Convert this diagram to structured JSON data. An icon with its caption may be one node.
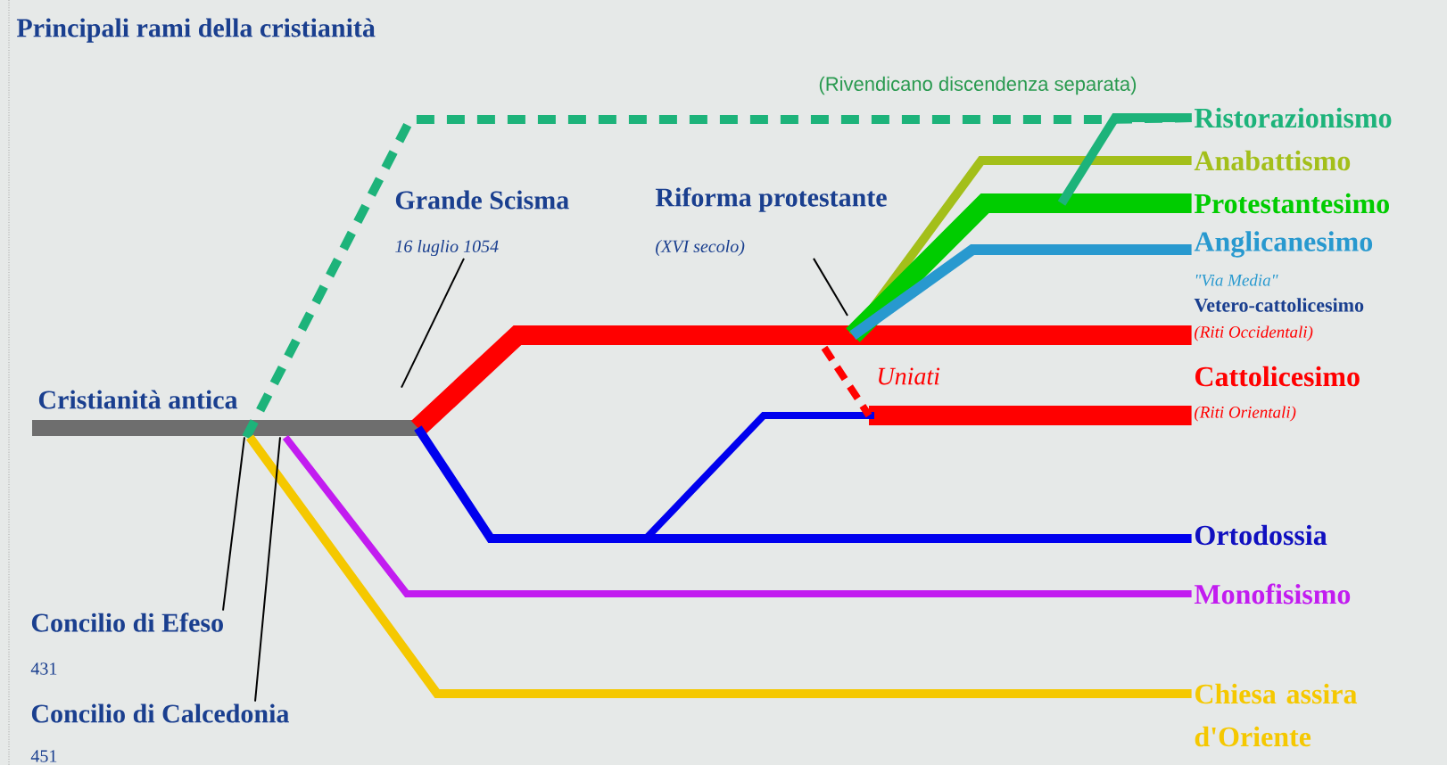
{
  "diagram": {
    "title": "Principali rami della cristianità",
    "nodes": [
      {
        "text": [
          "Cristianità antica"
        ]
      },
      {
        "text": [
          "Ristorazionismo"
        ]
      },
      {
        "text": [
          "Anabattismo"
        ]
      },
      {
        "text": [
          "Protestantesimo"
        ]
      },
      {
        "text": [
          "Anglicanesimo"
        ],
        "beside": [
          "\"Via Media\""
        ]
      },
      {
        "text": [
          "Cattolicesimo"
        ],
        "beside": [
          "(Riti Occidentali)",
          "(Riti Orientali)"
        ]
      },
      {
        "text": [
          "Ortodossia"
        ]
      },
      {
        "text": [
          "Monofisismo"
        ]
      },
      {
        "text": [
          "Chiesa assira d'Oriente"
        ]
      },
      {
        "text": [
          "Grande Scisma"
        ],
        "beside": [
          "16 luglio 1054"
        ]
      },
      {
        "text": [
          "Riforma protestante"
        ],
        "beside": [
          "(XVI secolo)"
        ]
      },
      {
        "text": [
          "Concilio di Efeso"
        ],
        "beside": [
          "431"
        ]
      },
      {
        "text": [
          "Concilio di Calcedonia"
        ],
        "beside": [
          "451"
        ]
      }
    ],
    "edges": [
      {
        "from": 0,
        "to": 1,
        "arrow": "none",
        "style": "dashed",
        "color": "#1db37a",
        "label": "(Rivendicano discendenza separata)"
      },
      {
        "from": 0,
        "to": 5,
        "arrow": "none",
        "style": "thick",
        "color": "#ff0000"
      },
      {
        "from": 0,
        "to": 6,
        "arrow": "none",
        "color": "#0000ee"
      },
      {
        "from": 0,
        "to": 7,
        "arrow": "none",
        "color": "#c21cf0"
      },
      {
        "from": 0,
        "to": 8,
        "arrow": "none",
        "color": "#f5c800"
      },
      {
        "from": null,
        "to": 2,
        "arrow": "none",
        "color": "#a3bf1a"
      },
      {
        "from": null,
        "to": 3,
        "arrow": "none",
        "style": "thick",
        "color": "#00cc00"
      },
      {
        "from": null,
        "to": 4,
        "arrow": "none",
        "color": "#2899cf"
      },
      {
        "from": null,
        "to": 1,
        "arrow": "none",
        "color": "#1db37a"
      },
      {
        "from": null,
        "to": 5,
        "arrow": "none",
        "style": "thick",
        "color": "#ff0000"
      },
      {
        "from": 9,
        "to": 0,
        "arrow": "none"
      },
      {
        "from": 10,
        "to": null,
        "arrow": "none"
      },
      {
        "from": 11,
        "to": 0,
        "arrow": "none"
      },
      {
        "from": 12,
        "to": 0,
        "arrow": "none"
      }
    ],
    "labels": [
      "Vetero-cattolicesimo",
      "Uniati"
    ]
  }
}
